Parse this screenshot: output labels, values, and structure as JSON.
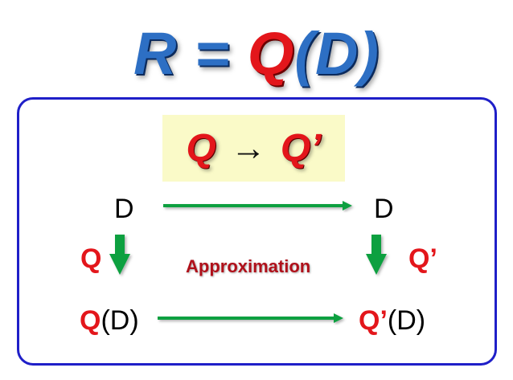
{
  "title": {
    "lhs": "R",
    "equals": "=",
    "func": "Q",
    "open_paren": "(",
    "arg": "D",
    "close_paren": ")"
  },
  "transform": {
    "from": "Q",
    "arrow": "→",
    "to": "Q’"
  },
  "diagram": {
    "top_left": "D",
    "top_right": "D",
    "left_arrow_label": "Q",
    "right_arrow_label": "Q’",
    "center_label": "Approximation",
    "bottom_left_func": "Q",
    "bottom_left_arg": "(D)",
    "bottom_right_func": "Q’",
    "bottom_right_arg": "(D)"
  },
  "colors": {
    "title_blue": "#2d6fc4",
    "red": "#e3161b",
    "arrow_green": "#10a040",
    "border_blue": "#1f1fc8",
    "panel_yellow": "#fafac8"
  }
}
